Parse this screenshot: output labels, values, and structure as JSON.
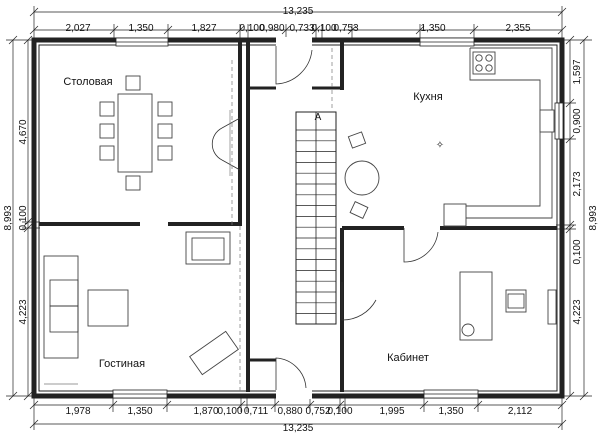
{
  "rooms": {
    "dining": "Столовая",
    "kitchen": "Кухня",
    "living": "Гостиная",
    "office": "Кабинет"
  },
  "dims": {
    "overall_width": "13,235",
    "top": [
      "2,027",
      "1,350",
      "1,827",
      "0,100",
      "0,980",
      "0,733",
      "0,100",
      "0,753",
      "1,350",
      "2,355"
    ],
    "bottom": [
      "1,978",
      "1,350",
      "1,870",
      "0,100",
      "0,711",
      "0,880",
      "0,752",
      "0,100",
      "1,995",
      "1,350",
      "2,112"
    ],
    "left_overall": "8,993",
    "left": [
      "4,670",
      "0,100",
      "4,223"
    ],
    "right_overall": "8,993",
    "right": [
      "1,597",
      "0,900",
      "2,173",
      "0,100",
      "4,223"
    ]
  },
  "colors": {
    "wall": "#222222",
    "furniture": "#444444",
    "background": "#ffffff"
  }
}
